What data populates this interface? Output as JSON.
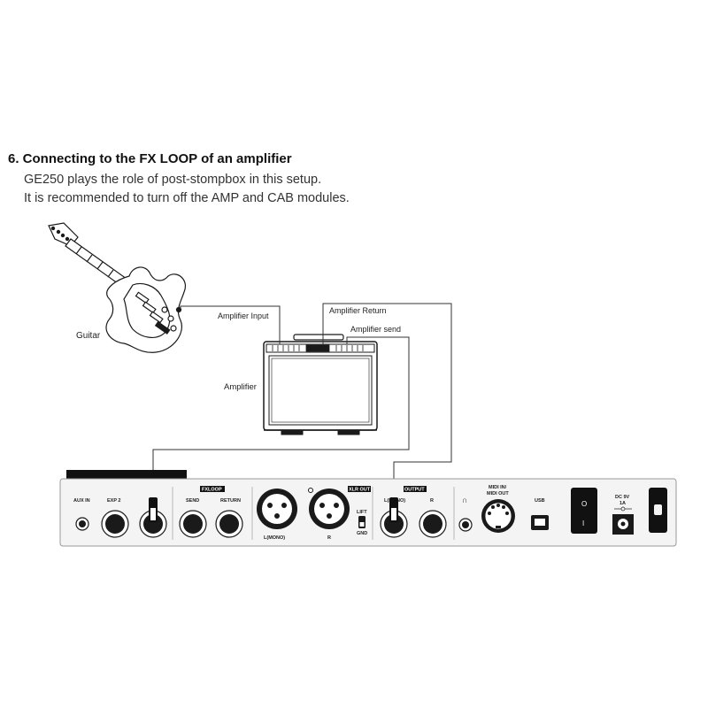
{
  "heading": "6. Connecting to the FX LOOP of an amplifier",
  "description": [
    "GE250 plays the role of post-stompbox in this setup.",
    "It is recommended to turn off the AMP and CAB modules."
  ],
  "labels": {
    "guitar": "Guitar",
    "amplifier": "Amplifier",
    "amplifier_input": "Amplifier  Input",
    "amplifier_return": "Amplifier  Return",
    "amplifier_send": "Amplifier  send"
  },
  "panel": {
    "aux_in": "AUX IN",
    "exp2": "EXP 2",
    "fx_loop": "FXLOOP",
    "send": "SEND",
    "return": "RETURN",
    "xlr_out": "XLR OUT",
    "xlr_l": "L(MONO)",
    "xlr_r": "R",
    "lift": "LIFT",
    "gnd": "GND",
    "output": "OUTPUT",
    "out_l": "L(MONO)",
    "out_r": "R",
    "headphone_symbol": "∩",
    "midi": "MIDI IN/\nMIDI OUT",
    "midi_line1": "MIDI IN/",
    "midi_line2": "MIDI OUT",
    "usb": "USB",
    "power_switch_on": "I",
    "power_switch_off": "O",
    "dc_line1": "DC 9V",
    "dc_line2": "1A"
  },
  "colors": {
    "ink": "#1a1a1a",
    "panel_fill": "#f4f4f4",
    "label_bar": "#111111"
  }
}
